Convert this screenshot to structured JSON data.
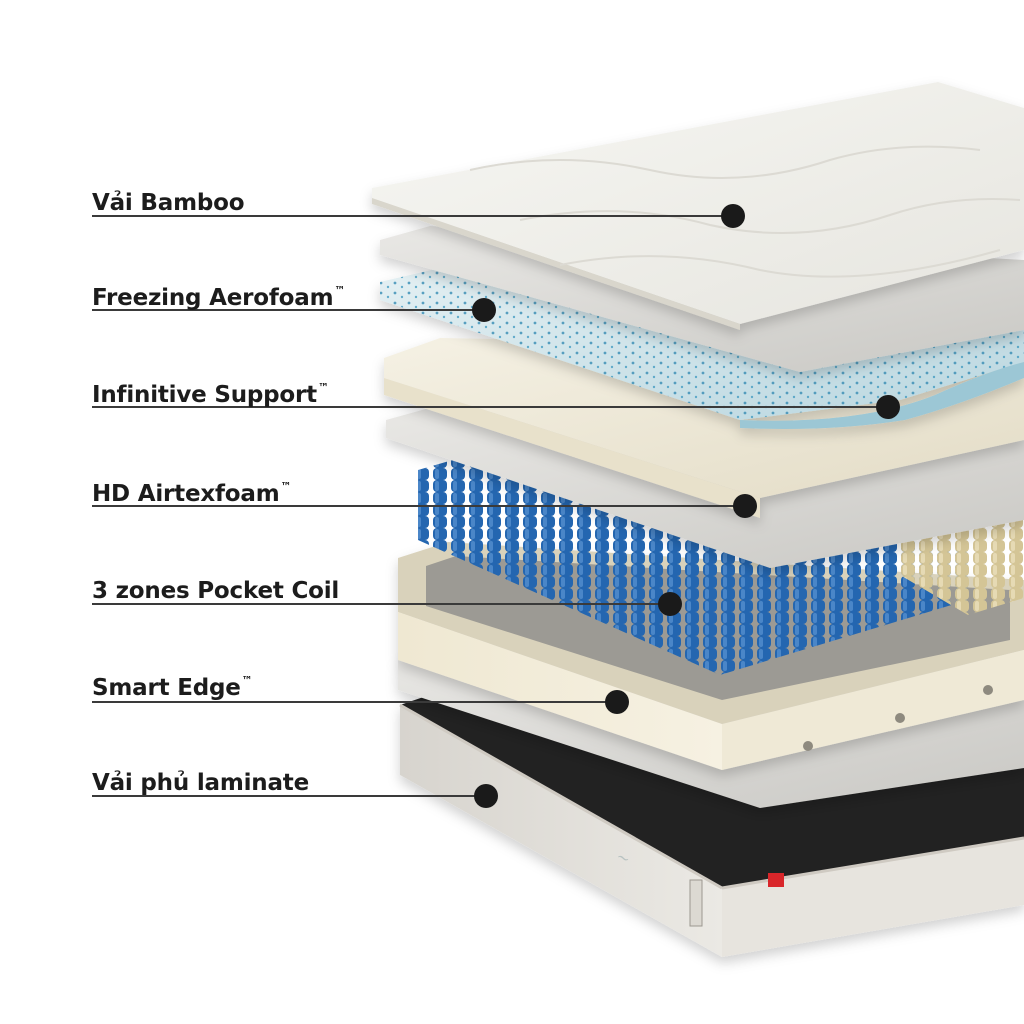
{
  "colors": {
    "label_text": "#1c1c1c",
    "leader_line": "#3a3a3a",
    "marker_dot": "#1a1a1a",
    "sheet_grey": "#d9d8d4",
    "sheet_cream": "#ece7d8",
    "bamboo_top": "#eeede8",
    "aerofoam_blue": "#cfe3ea",
    "aerofoam_speckle": "#2c86b0",
    "coil_blue": "#2466b0",
    "coil_tan": "#d4c596",
    "edge_frame": "#ebe3cb",
    "base_fabric": "#e4e1dc",
    "base_top_black": "#232323",
    "brand_tag": "#d9262a"
  },
  "layers": [
    {
      "id": "bamboo",
      "label": "Vải Bamboo",
      "tm": ""
    },
    {
      "id": "aerofoam",
      "label": "Freezing Aerofoam",
      "tm": "™"
    },
    {
      "id": "infinitive",
      "label": "Infinitive Support",
      "tm": "™"
    },
    {
      "id": "airtex",
      "label": "HD Airtexfoam",
      "tm": "™"
    },
    {
      "id": "pocketcoil",
      "label": "3 zones Pocket Coil",
      "tm": ""
    },
    {
      "id": "smartedge",
      "label": "Smart Edge",
      "tm": "™"
    },
    {
      "id": "laminate",
      "label": "Vải phủ laminate",
      "tm": ""
    }
  ],
  "icons": {
    "marker": "callout-dot-icon"
  }
}
